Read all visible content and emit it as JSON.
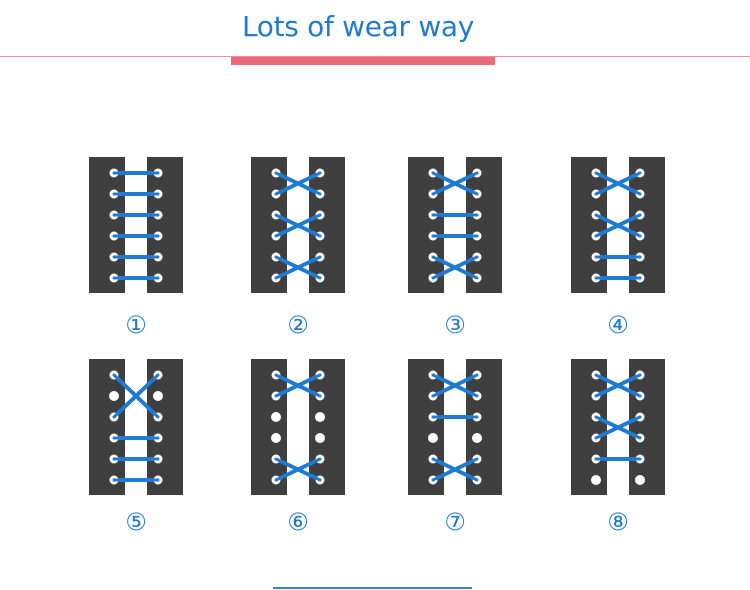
{
  "header": {
    "title": "Lots of wear way"
  },
  "colors": {
    "title": "#1f7bd1",
    "accent_bar": "#ec6b7b",
    "strip": "#3f3f3f",
    "lace": "#1f7bd1",
    "eyelet": "#ffffff"
  },
  "lacing_styles": [
    {
      "label": "①",
      "rows": 6,
      "patterns": [
        "straight",
        "straight",
        "straight",
        "straight",
        "straight",
        "straight"
      ]
    },
    {
      "label": "②",
      "rows": 6,
      "patterns": [
        "cross",
        "cross",
        "cross"
      ]
    },
    {
      "label": "③",
      "rows": 6,
      "patterns": [
        "cross",
        "straight",
        "straight",
        "cross"
      ]
    },
    {
      "label": "④",
      "rows": 6,
      "patterns": [
        "cross",
        "cross",
        "straight",
        "straight"
      ]
    },
    {
      "label": "⑤",
      "rows": 6,
      "patterns": [
        "bigcross",
        "straight",
        "straight",
        "straight"
      ]
    },
    {
      "label": "⑥",
      "rows": 6,
      "patterns": [
        "cross",
        "empty",
        "empty",
        "cross"
      ]
    },
    {
      "label": "⑦",
      "rows": 6,
      "patterns": [
        "cross",
        "straight",
        "empty",
        "cross"
      ]
    },
    {
      "label": "⑧",
      "rows": 6,
      "patterns": [
        "cross",
        "cross",
        "straight",
        "empty"
      ]
    }
  ]
}
